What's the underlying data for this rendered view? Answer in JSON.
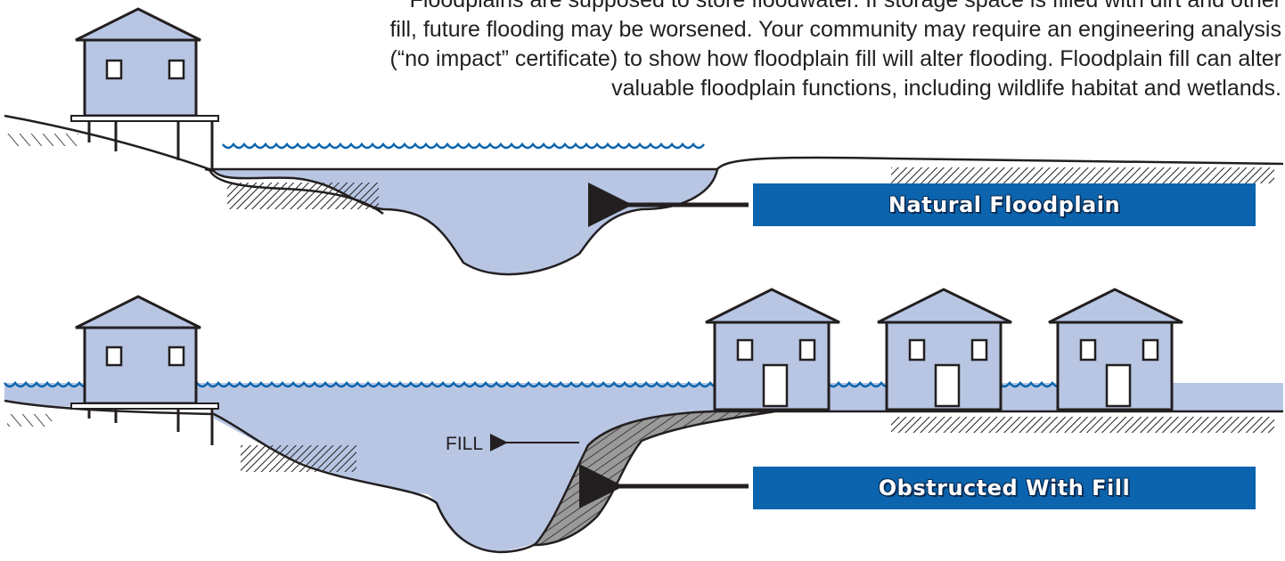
{
  "caption": {
    "line1": "Floodplains are supposed to store floodwater.  If storage space is filled with dirt and other",
    "line2": "fill, future flooding may be worsened.  Your community may require an engineering analysis",
    "line3": "(“no impact” certificate) to show how floodplain fill will alter flooding.  Floodplain fill can alter",
    "line4": "valuable floodplain functions, including wildlife habitat and wetlands."
  },
  "panels": {
    "top": {
      "label": "Natural Floodplain"
    },
    "bottom": {
      "label": "Obstructed With Fill",
      "fill_label": "FILL"
    }
  },
  "colors": {
    "water": "#b8c6e4",
    "banner": "#0b64ad",
    "line": "#231f20",
    "wave": "#0b64ad",
    "fill_gray": "#8a8a8a"
  }
}
